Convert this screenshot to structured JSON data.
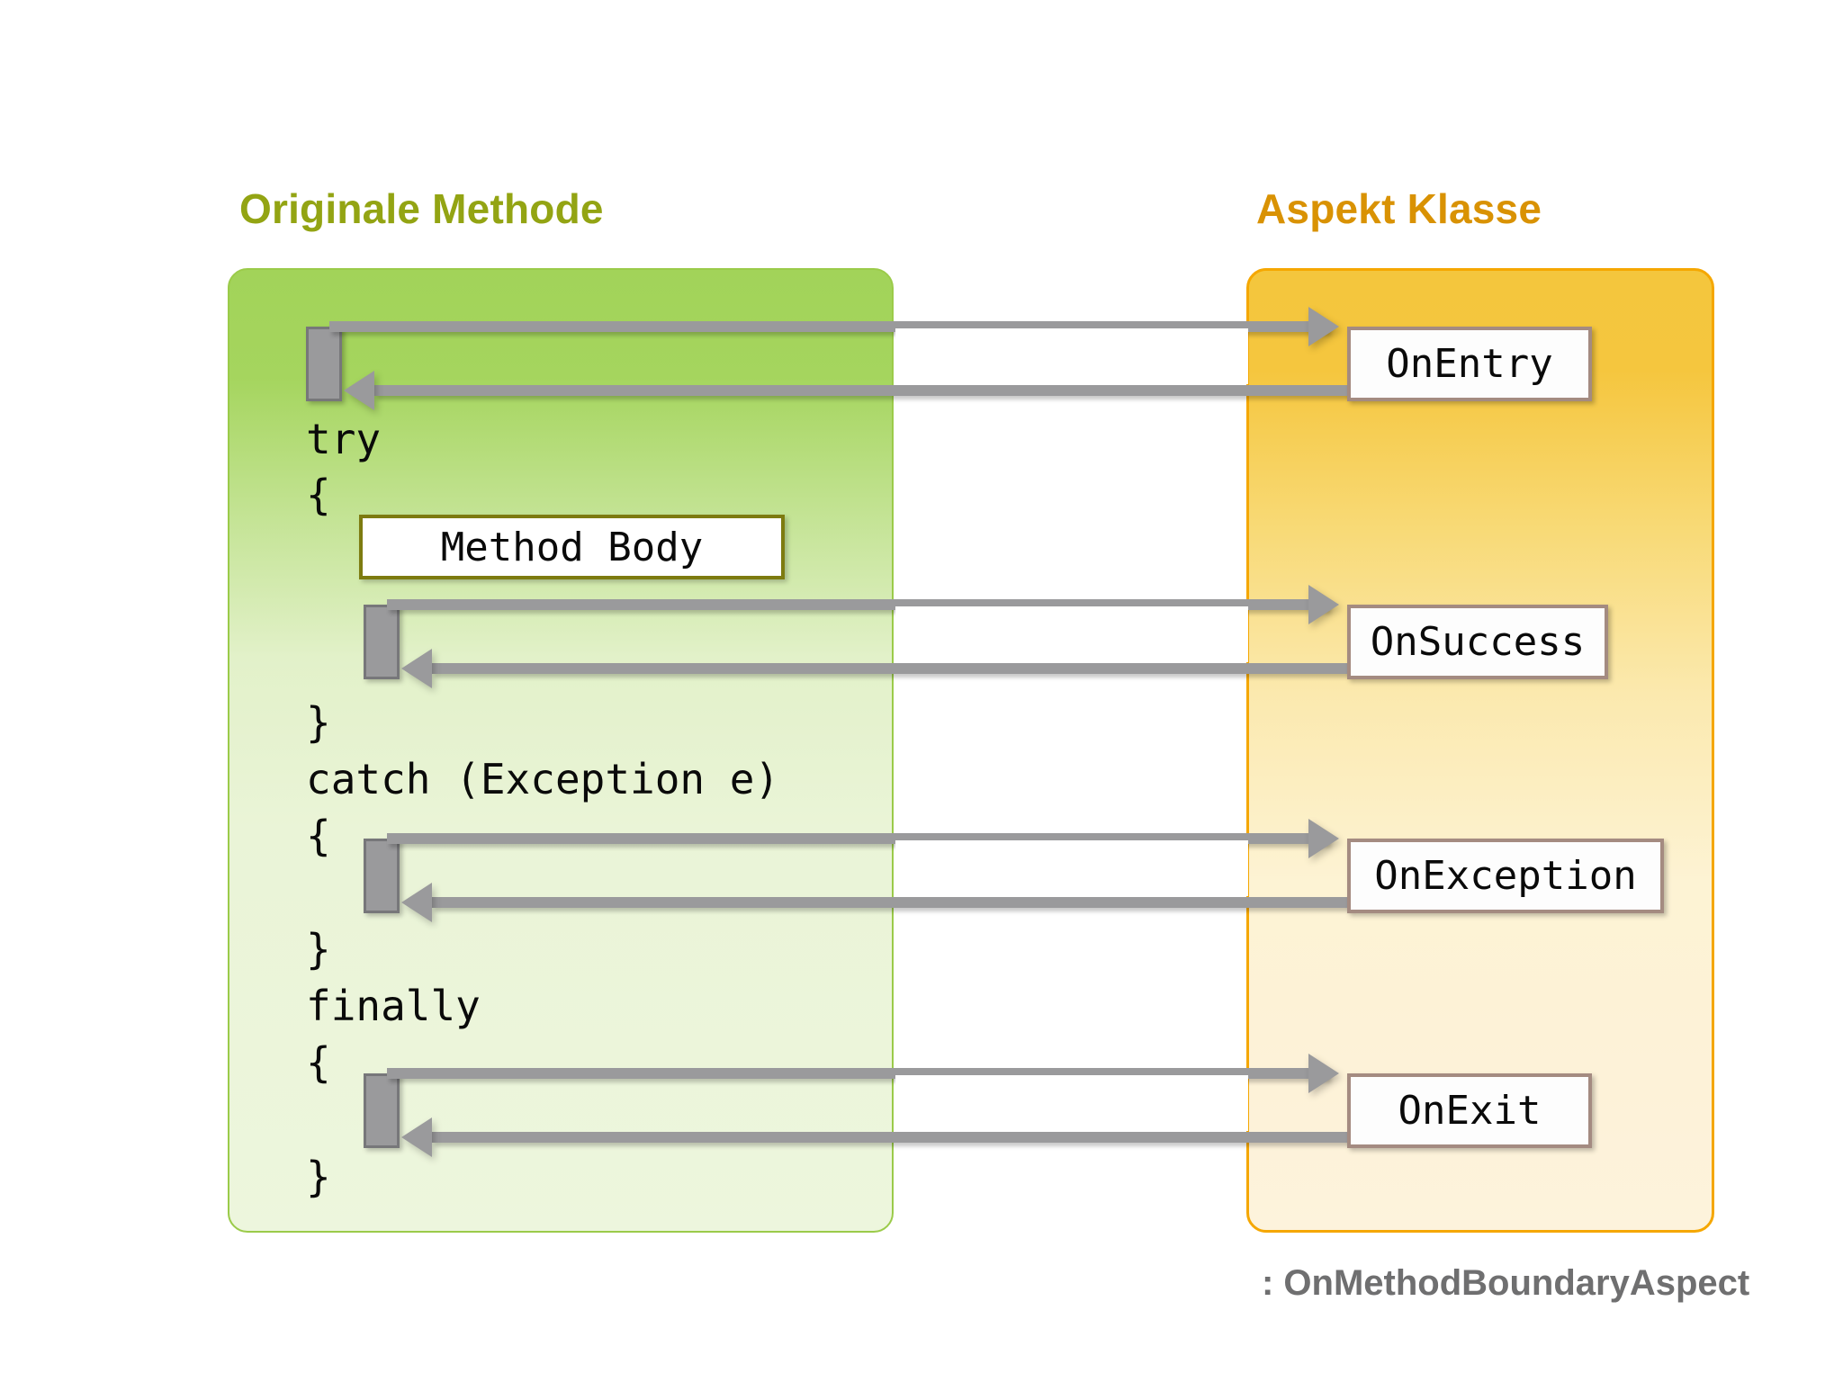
{
  "columns": {
    "left": {
      "title": "Originale Methode",
      "title_color": "#93A413",
      "panel_border_color": "#9BCB4A"
    },
    "right": {
      "title": "Aspekt Klasse",
      "title_color": "#D99203",
      "panel_border_color": "#F5A700"
    }
  },
  "code": {
    "lines": [
      {
        "text": "try"
      },
      {
        "text": "{"
      },
      {
        "text": "}"
      },
      {
        "text": "catch (Exception e)"
      },
      {
        "text": "{"
      },
      {
        "text": "}"
      },
      {
        "text": "finally"
      },
      {
        "text": "{"
      },
      {
        "text": "}"
      }
    ],
    "method_body_label": "Method Body",
    "method_body_border_color": "#7D7B10"
  },
  "aspect": {
    "advice": [
      {
        "label": "OnEntry"
      },
      {
        "label": "OnSuccess"
      },
      {
        "label": "OnException"
      },
      {
        "label": "OnExit"
      }
    ],
    "box_border_color": "#A48B81"
  },
  "arrows": {
    "color": "#9A9A9C",
    "calls": [
      {
        "name": "call-onentry",
        "direction": "right"
      },
      {
        "name": "return-onentry",
        "direction": "left"
      },
      {
        "name": "call-onsuccess",
        "direction": "right"
      },
      {
        "name": "return-onsuccess",
        "direction": "left"
      },
      {
        "name": "call-onexception",
        "direction": "right"
      },
      {
        "name": "return-onexception",
        "direction": "left"
      },
      {
        "name": "call-onexit",
        "direction": "right"
      },
      {
        "name": "return-onexit",
        "direction": "left"
      }
    ]
  },
  "footer": {
    "caption": ": OnMethodBoundaryAspect",
    "color": "#6F6F70"
  }
}
